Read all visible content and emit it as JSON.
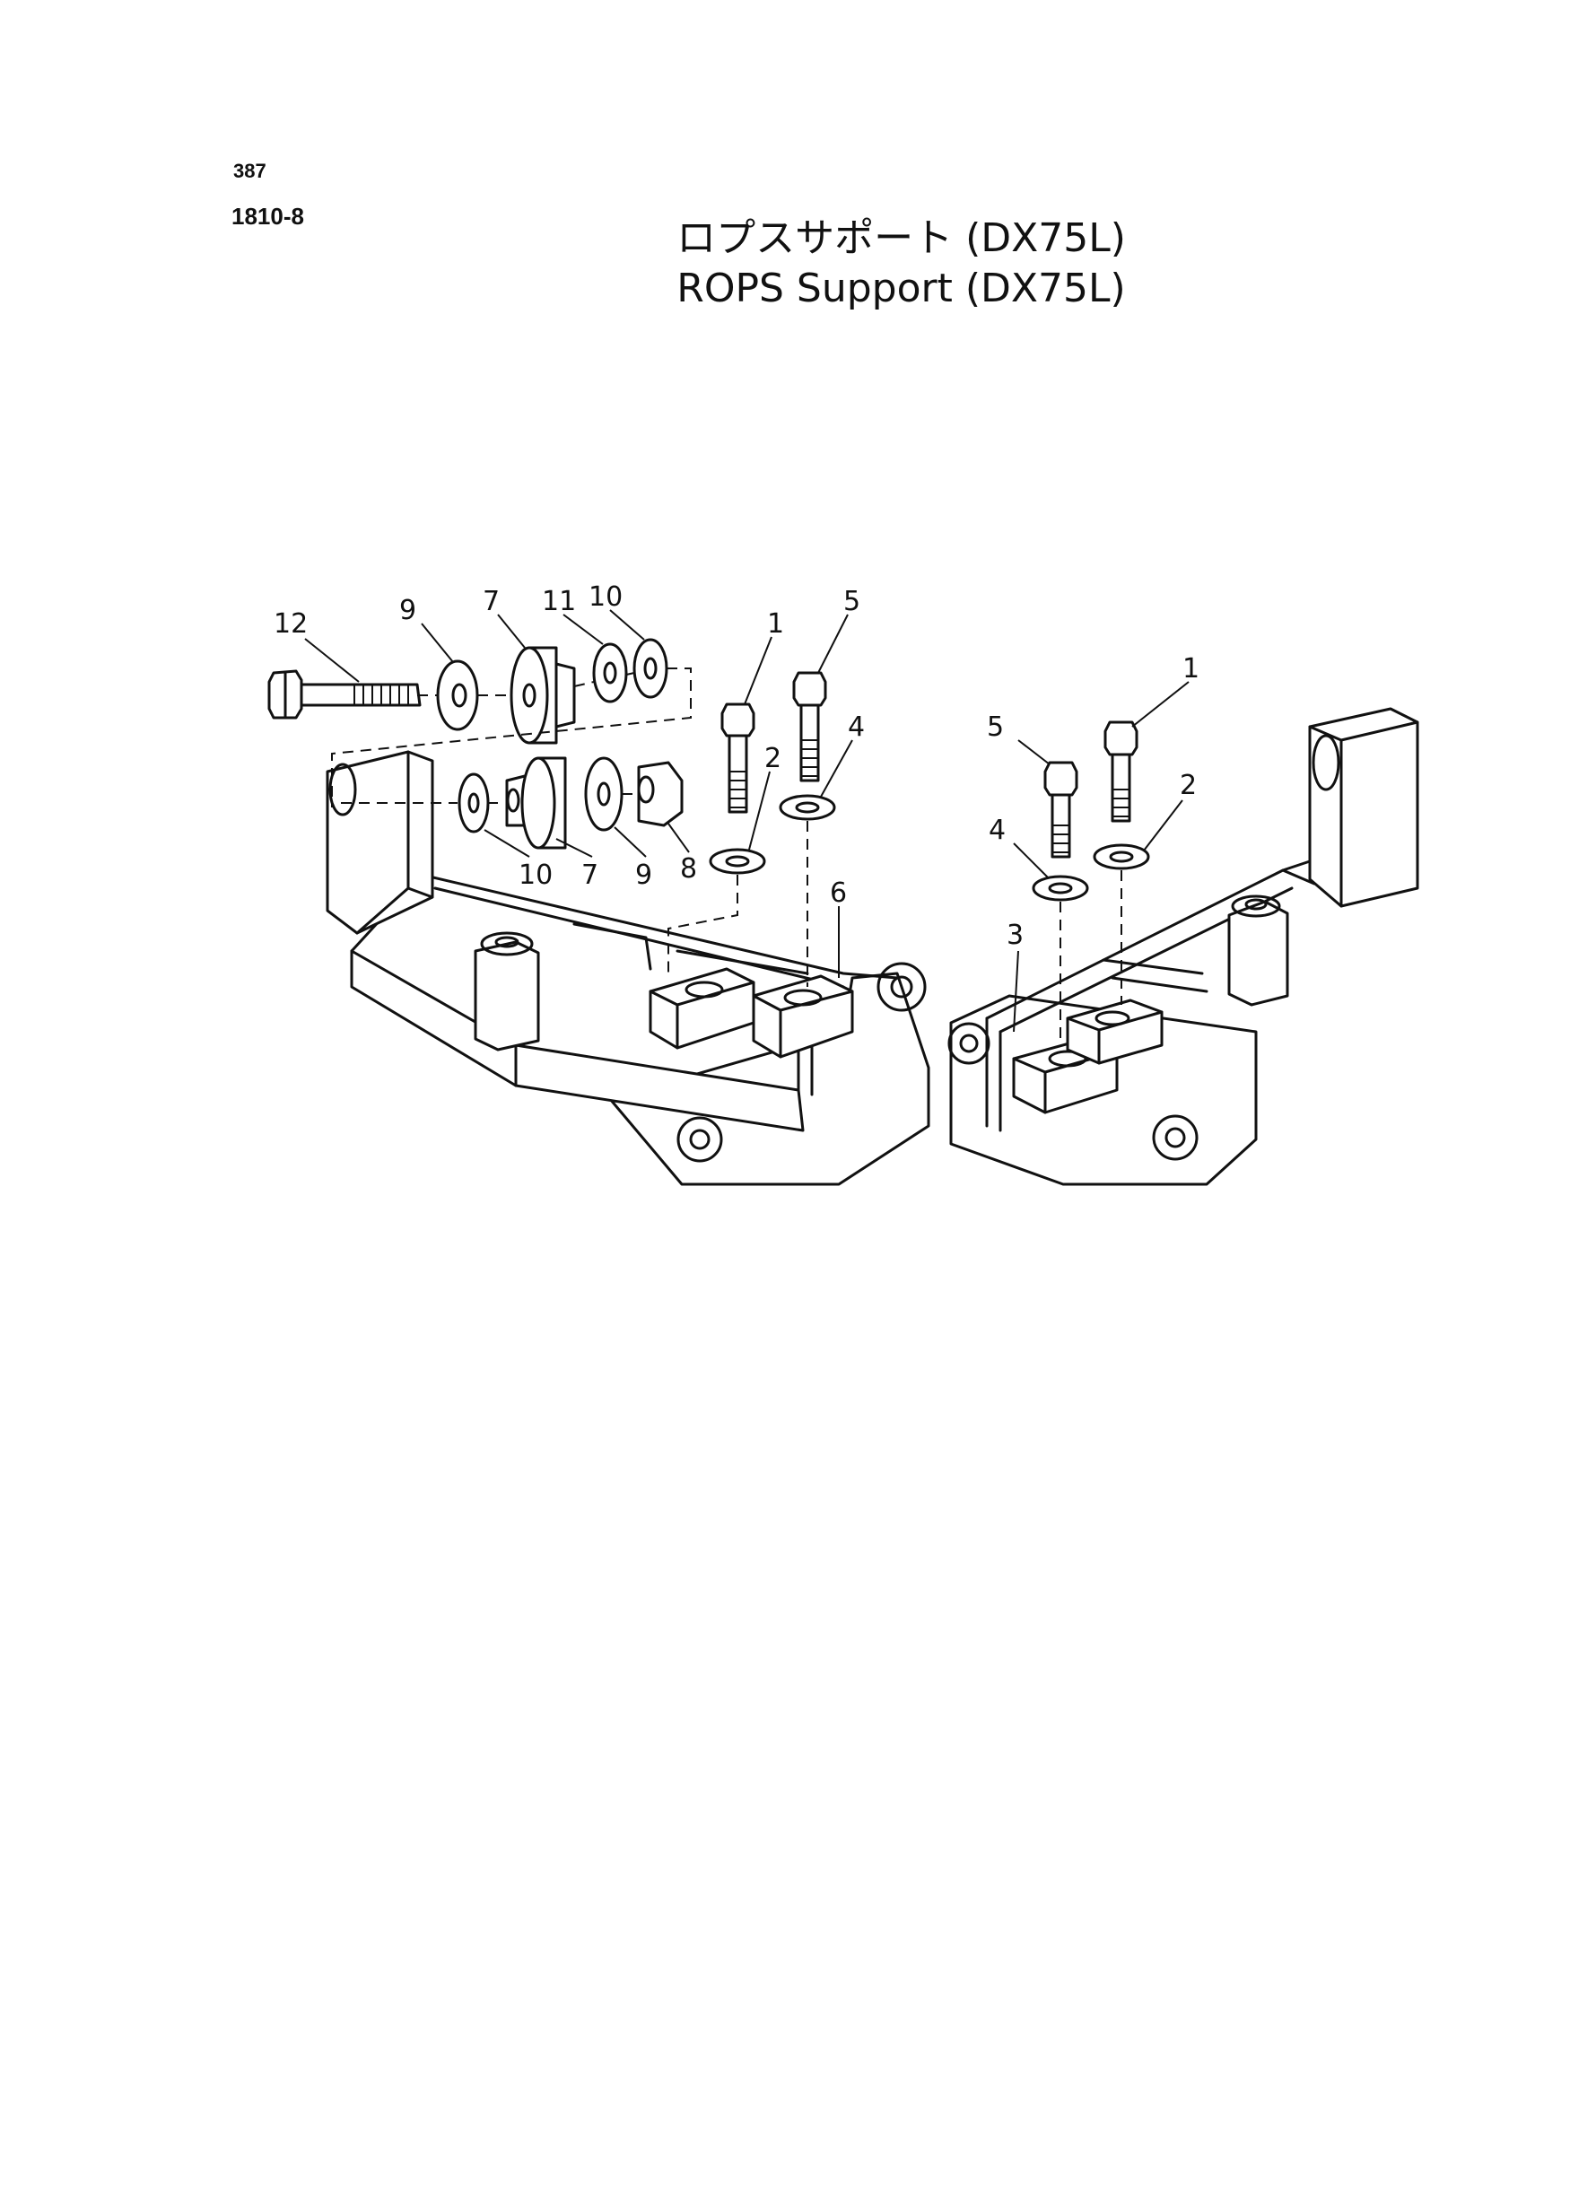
{
  "header": {
    "page_number": "387",
    "figure_number": "1810-8",
    "title_ja": "ロプスサポート (DX75L)",
    "title_en": "ROPS Support (DX75L)"
  },
  "callouts": {
    "c12": "12",
    "c9a": "9",
    "c7a": "7",
    "c11": "11",
    "c10a": "10",
    "c1a": "1",
    "c5a": "5",
    "c2a": "2",
    "c4a": "4",
    "c10b": "10",
    "c7b": "7",
    "c9b": "9",
    "c8": "8",
    "c6": "6",
    "c1b": "1",
    "c5b": "5",
    "c4b": "4",
    "c2b": "2",
    "c3": "3"
  }
}
